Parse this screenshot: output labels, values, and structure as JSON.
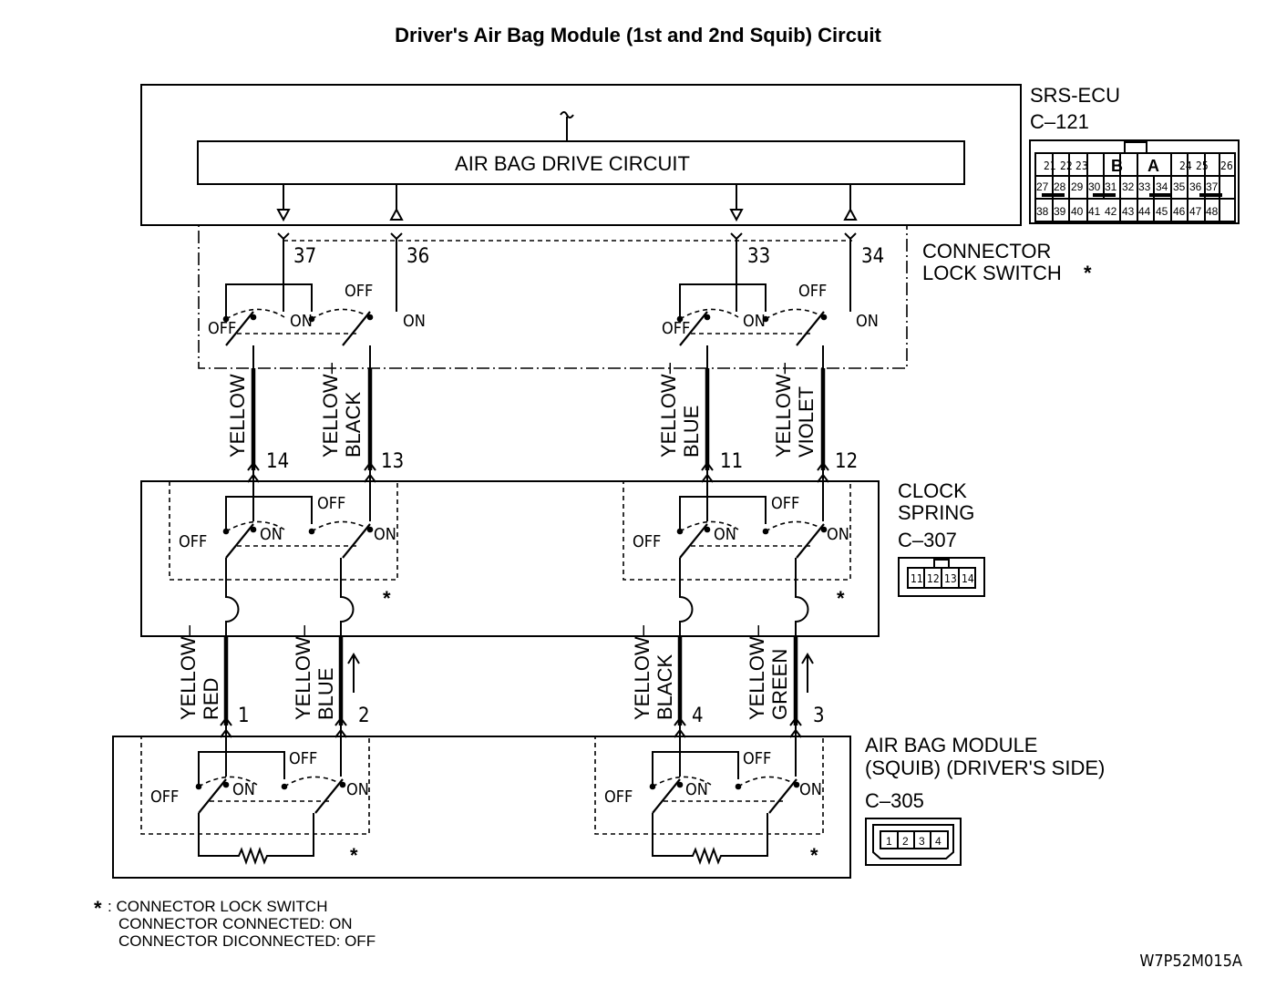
{
  "title": "Driver's Air Bag Module (1st and 2nd Squib) Circuit",
  "drive_circuit": "AIR BAG DRIVE CIRCUIT",
  "ecu": {
    "name": "SRS-ECU",
    "connector": "C–121",
    "pins_row1": [
      "21",
      "22",
      "23",
      "24",
      "25",
      "26"
    ],
    "letters": [
      "B",
      "A"
    ],
    "pins_row2": [
      "27",
      "28",
      "29",
      "30",
      "31",
      "32",
      "33",
      "34",
      "35",
      "36",
      "37"
    ],
    "pins_row3": [
      "38",
      "39",
      "40",
      "41",
      "42",
      "43",
      "44",
      "45",
      "46",
      "47",
      "48"
    ]
  },
  "lock_switch": {
    "line1": "CONNECTOR",
    "line2": "LOCK SWITCH",
    "star": "*"
  },
  "ecu_pins": [
    "37",
    "36",
    "33",
    "34"
  ],
  "clock_spring": {
    "line1": "CLOCK",
    "line2": "SPRING",
    "connector": "C–307",
    "pins": [
      "11",
      "12",
      "13",
      "14"
    ]
  },
  "clock_pins": [
    "14",
    "13",
    "11",
    "12"
  ],
  "module": {
    "line1": "AIR BAG MODULE",
    "line2": "(SQUIB) (DRIVER'S SIDE)",
    "connector": "C–305",
    "pins": [
      "1",
      "2",
      "3",
      "4"
    ]
  },
  "module_pins": [
    "1",
    "2",
    "4",
    "3"
  ],
  "wires_upper": [
    "YELLOW",
    "YELLOW–",
    "BLACK",
    "YELLOW–",
    "BLUE",
    "YELLOW–",
    "VIOLET"
  ],
  "wires_lower": [
    "YELLOW–",
    "RED",
    "YELLOW–",
    "BLUE",
    "YELLOW–",
    "BLACK",
    "YELLOW–",
    "GREEN"
  ],
  "switch_on": "ON",
  "switch_off": "OFF",
  "star": "*",
  "footnote": {
    "star": "*",
    "line1": ": CONNECTOR LOCK SWITCH",
    "line2": "CONNECTOR CONNECTED: ON",
    "line3": "CONNECTOR DICONNECTED: OFF"
  },
  "figure_code": "W7P52M015A"
}
